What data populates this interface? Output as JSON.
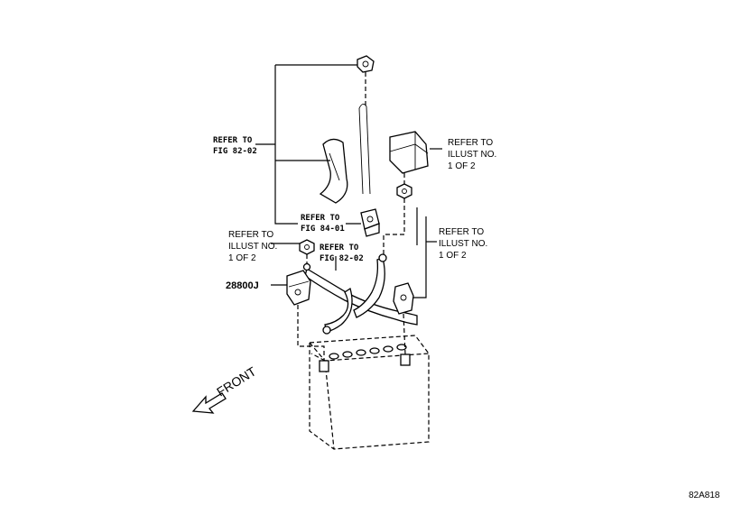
{
  "callouts": {
    "refer_fig_82_02_top": [
      "REFER TO",
      "FIG 82-02"
    ],
    "refer_illust_cover": [
      "REFER TO",
      "ILLUST NO.",
      "1 OF 2"
    ],
    "refer_fig_84_01": [
      "REFER TO",
      "FIG 84-01"
    ],
    "refer_illust_left": [
      "REFER TO",
      "ILLUST NO.",
      "1 OF 2"
    ],
    "refer_fig_82_02_cable": [
      "REFER TO",
      "FIG 82-02"
    ],
    "refer_illust_right": [
      "REFER TO",
      "ILLUST NO.",
      "1 OF 2"
    ]
  },
  "part_number": "28800J",
  "direction_label": "FRONT",
  "figure_code": "82A818"
}
